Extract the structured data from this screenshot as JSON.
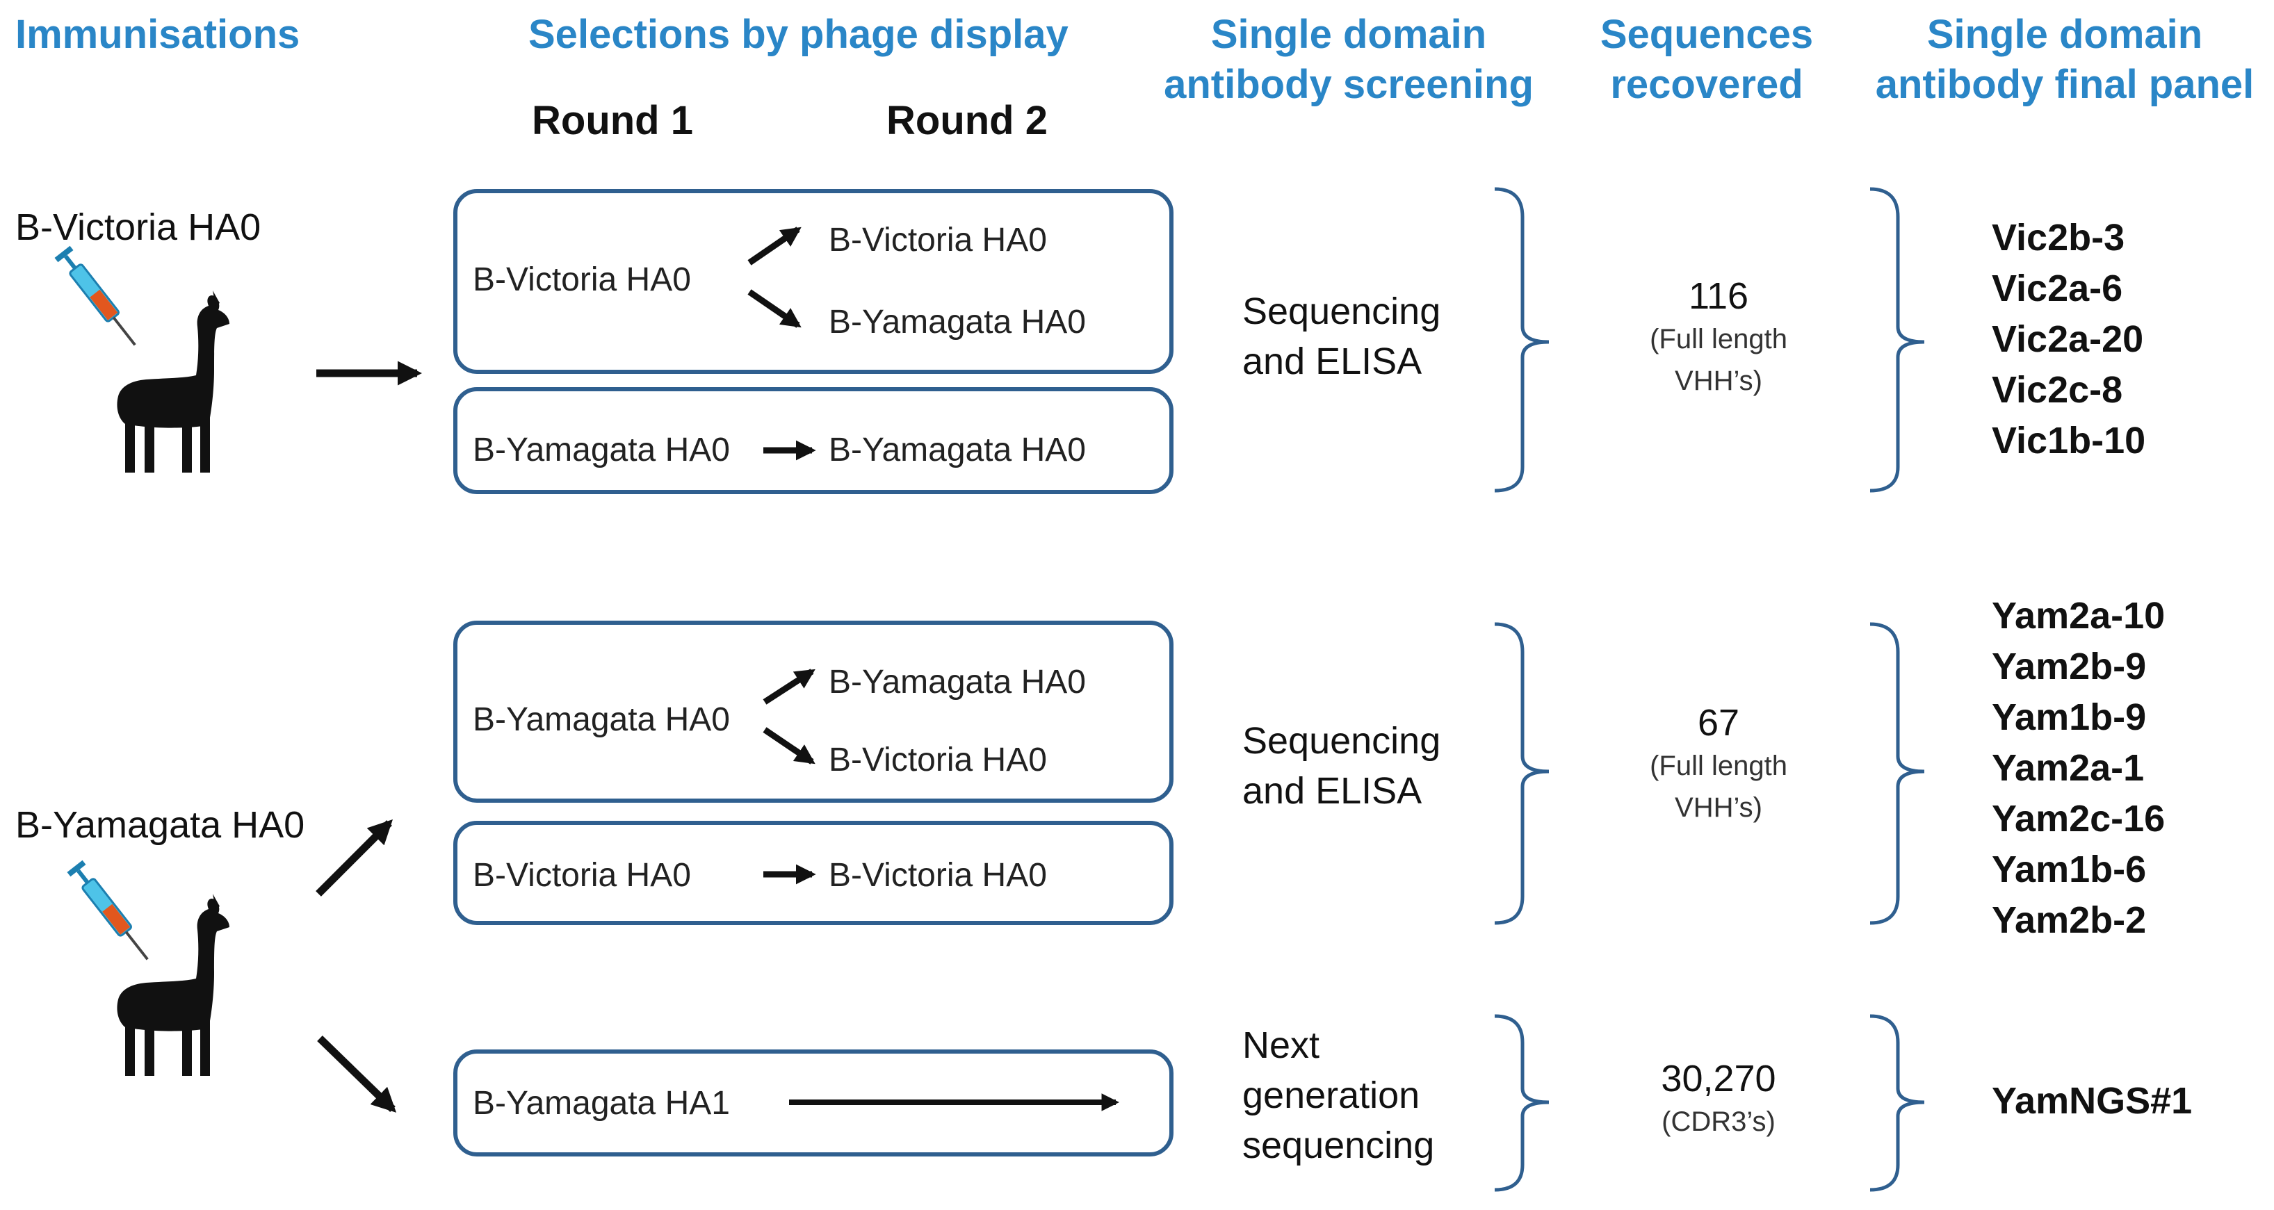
{
  "headers": {
    "immunisations": "Immunisations",
    "selections": "Selections by phage display",
    "screening": [
      "Single domain",
      "antibody screening"
    ],
    "sequences": [
      "Sequences",
      "recovered"
    ],
    "final_panel": [
      "Single domain",
      "antibody final panel"
    ]
  },
  "rounds": {
    "round1": "Round 1",
    "round2": "Round 2"
  },
  "immunisations": {
    "victoria": "B-Victoria HA0",
    "yamagata": "B-Yamagata HA0"
  },
  "selections": {
    "box1": {
      "source": "B-Victoria HA0",
      "target_a": "B-Victoria HA0",
      "target_b": "B-Yamagata HA0"
    },
    "box2": {
      "source": "B-Yamagata HA0",
      "target": "B-Yamagata HA0"
    },
    "box3": {
      "source": "B-Yamagata HA0",
      "target_a": "B-Yamagata HA0",
      "target_b": "B-Victoria HA0"
    },
    "box4": {
      "source": "B-Victoria HA0",
      "target": "B-Victoria HA0"
    },
    "box5": {
      "source": "B-Yamagata HA1"
    }
  },
  "screening": {
    "group1": [
      "Sequencing",
      "and ELISA"
    ],
    "group2": [
      "Sequencing",
      "and ELISA"
    ],
    "group3": [
      "Next",
      "generation",
      "sequencing"
    ]
  },
  "sequences": {
    "group1": {
      "count": "116",
      "note": [
        "(Full length",
        "VHH’s)"
      ]
    },
    "group2": {
      "count": "67",
      "note": [
        "(Full length",
        "VHH’s)"
      ]
    },
    "group3": {
      "count": "30,270",
      "note": [
        "(CDR3’s)"
      ]
    }
  },
  "final_panel": {
    "victoria": [
      "Vic2b-3",
      "Vic2a-6",
      "Vic2a-20",
      "Vic2c-8",
      "Vic1b-10"
    ],
    "yamagata": [
      "Yam2a-10",
      "Yam2b-9",
      "Yam1b-9",
      "Yam2a-1",
      "Yam2c-16",
      "Yam1b-6",
      "Yam2b-2"
    ],
    "ngs": [
      "YamNGS#1"
    ]
  },
  "colors": {
    "header": "#2a86c7",
    "box_border": "#2f5f8f",
    "bracket": "#2f5f8f",
    "syringe_barrel": "#4ec3e8",
    "syringe_fluid": "#e2571e"
  },
  "icons": [
    "alpaca-icon",
    "syringe-icon"
  ]
}
